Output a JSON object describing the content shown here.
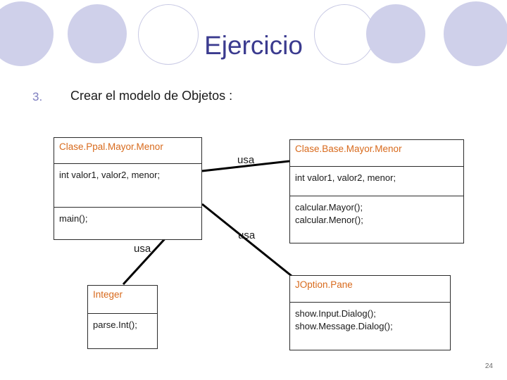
{
  "slide": {
    "title": "Ejercicio",
    "page_number": "24",
    "bullet": {
      "number": "3.",
      "text": "Crear el modelo de Objetos :"
    },
    "accent_color": "#3b3b8f",
    "header_color": "#d86a1c",
    "bullet_number_color": "#7f7fc0"
  },
  "diagram": {
    "boxes": [
      {
        "id": "ppal",
        "header": "Clase.Ppal.Mayor.Menor",
        "attributes": "int valor1, valor2, menor;",
        "methods": "main();"
      },
      {
        "id": "base",
        "header": "Clase.Base.Mayor.Menor",
        "attributes": "int valor1, valor2, menor;",
        "methods_line1": "calcular.Mayor();",
        "methods_line2": "calcular.Menor();"
      },
      {
        "id": "integer",
        "header": "Integer",
        "methods": "parse.Int();"
      },
      {
        "id": "joption",
        "header": "JOption.Pane",
        "methods_line1": "show.Input.Dialog();",
        "methods_line2": "show.Message.Dialog();"
      }
    ],
    "connectors": [
      {
        "label": "usa",
        "from": "ppal",
        "to": "base"
      },
      {
        "label": "usa",
        "from": "ppal",
        "to": "joption"
      },
      {
        "label": "usa",
        "from": "ppal",
        "to": "integer"
      }
    ]
  }
}
